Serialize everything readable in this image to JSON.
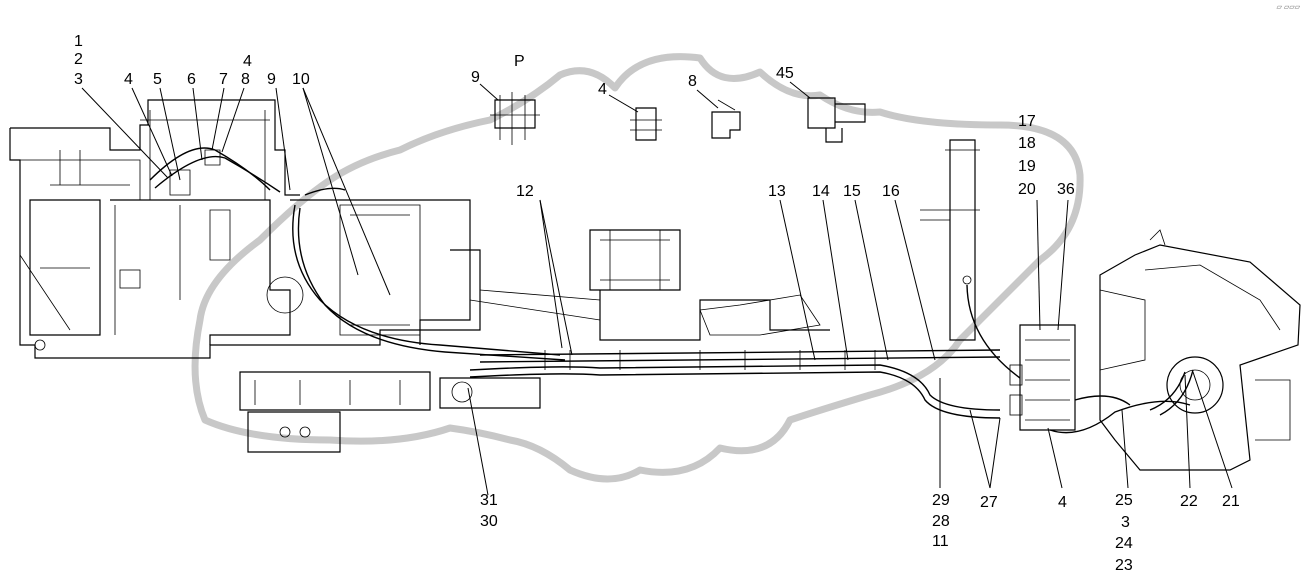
{
  "labels": [
    {
      "text": "1"
    },
    {
      "text": "2"
    },
    {
      "text": "3"
    },
    {
      "text": "4"
    },
    {
      "text": "5"
    },
    {
      "text": "6"
    },
    {
      "text": "7"
    },
    {
      "text": "4"
    },
    {
      "text": "8"
    },
    {
      "text": "9"
    },
    {
      "text": "10"
    },
    {
      "text": "9"
    },
    {
      "text": "P"
    },
    {
      "text": "4"
    },
    {
      "text": "8"
    },
    {
      "text": "45"
    },
    {
      "text": "17"
    },
    {
      "text": "18"
    },
    {
      "text": "19"
    },
    {
      "text": "20"
    },
    {
      "text": "36"
    },
    {
      "text": "12"
    },
    {
      "text": "13"
    },
    {
      "text": "14"
    },
    {
      "text": "15"
    },
    {
      "text": "16"
    },
    {
      "text": "31"
    },
    {
      "text": "30"
    },
    {
      "text": "29"
    },
    {
      "text": "28"
    },
    {
      "text": "11"
    },
    {
      "text": "27"
    },
    {
      "text": "4"
    },
    {
      "text": "25"
    },
    {
      "text": "3"
    },
    {
      "text": "24"
    },
    {
      "text": "23"
    },
    {
      "text": "22"
    },
    {
      "text": "21"
    }
  ],
  "colors": {
    "ink": "#000000",
    "watermark": "#c8c8c8",
    "background": "#ffffff"
  }
}
